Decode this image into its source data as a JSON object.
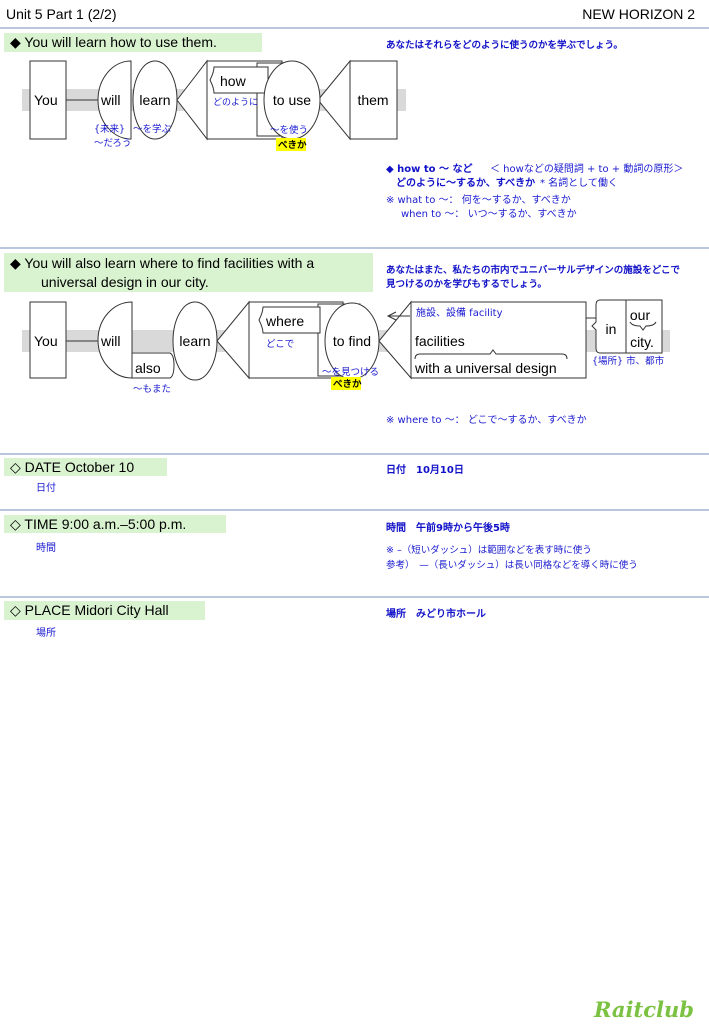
{
  "header": {
    "left": "Unit 5 Part 1 (2/2)",
    "right": "NEW HORIZON 2"
  },
  "section1": {
    "heading": "◆ You will learn how to use them.",
    "translation": "あなたはそれらをどのように使うのかを学ぶでしょう。",
    "diagram": {
      "you": "You",
      "will": "will",
      "learn": "learn",
      "how": "how",
      "to_use": "to use",
      "them": "them",
      "will_note1": "{未来}",
      "will_note2": "～だろう",
      "learn_note": "～を学ぶ",
      "how_note": "どのように",
      "to_use_note": "～を使う",
      "bekika": "べきか"
    },
    "notes": [
      "◆ how to ～ など",
      "＜ howなどの疑問詞 + to + 動詞の原形＞",
      "どのように～するか、すべきか",
      "* 名詞として働く",
      "※ what to ～： 何を～するか、すべきか",
      "when to ～： いつ～するか、すべきか"
    ]
  },
  "section2": {
    "heading_line1": "◆ You will also learn where to find facilities with a",
    "heading_line2": "universal design in our city.",
    "translation_line1": "あなたはまた、私たちの市内でユニバーサルデザインの施設をどこで",
    "translation_line2": "見つけるのかを学びもするでしょう。",
    "diagram": {
      "you": "You",
      "will": "will",
      "also": "also",
      "also_note": "～もまた",
      "learn": "learn",
      "where": "where",
      "where_note": "どこで",
      "to_find": "to find",
      "to_find_note": "～を見つける",
      "bekika": "べきか",
      "facility_note": "施設、設備 facility",
      "facilities": "facilities",
      "with": "with a universal design",
      "in": "in",
      "our": "our",
      "city": "city.",
      "city_note": "{場所} 市、都市"
    },
    "note": "※ where to ～： どこで～するか、すべきか"
  },
  "date": {
    "heading": "◇ DATE October 10",
    "gloss": "日付",
    "translation": "日付　10月10日"
  },
  "time": {
    "heading": "◇ TIME 9:00 a.m.–5:00 p.m.",
    "gloss": "時間",
    "translation": "時間　午前9時から午後5時",
    "notes": [
      "※ –（短いダッシュ）は範囲などを表す時に使う",
      "参考）　—（長いダッシュ）は長い同格などを導く時に使う"
    ]
  },
  "place": {
    "heading": "◇ PLACE Midori City Hall",
    "gloss": "場所",
    "translation": "場所　みどり市ホール"
  },
  "logo": "Raitclub",
  "colors": {
    "blue_text": "#1a1ad0",
    "heading_bg": "#d9f2d0",
    "highlight": "#ffff00",
    "logo": "#7cc242"
  }
}
